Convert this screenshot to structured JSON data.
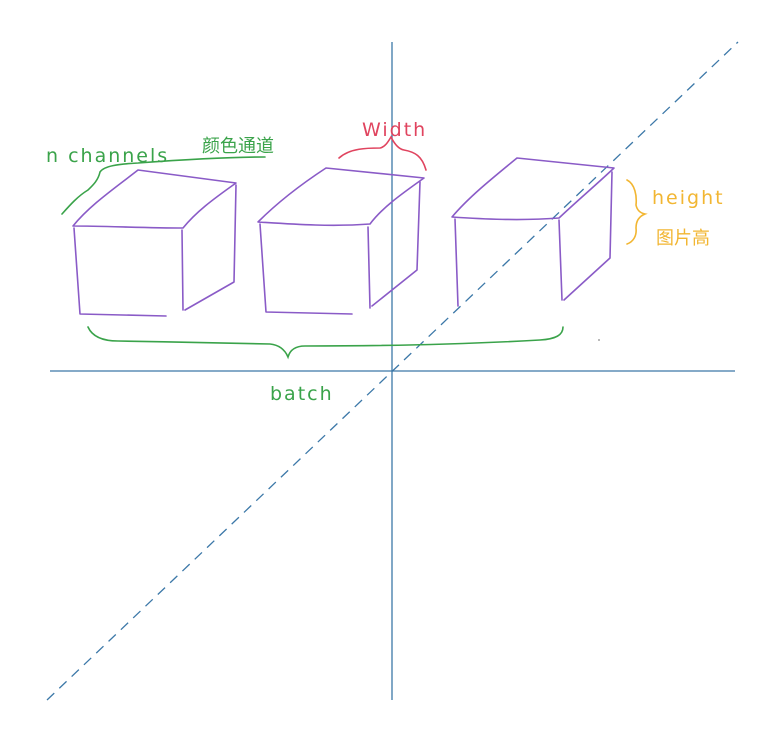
{
  "labels": {
    "n_channels": "n channels",
    "n_channels_cn": "颜色通道",
    "width": "Width",
    "height": "height",
    "height_cn": "图片高",
    "batch": "batch"
  },
  "colors": {
    "axis": "#3c78a8",
    "box": "#8a5bc7",
    "channels": "#3aa34a",
    "width": "#e0445f",
    "height": "#f2b632",
    "batch": "#3aa34a"
  }
}
